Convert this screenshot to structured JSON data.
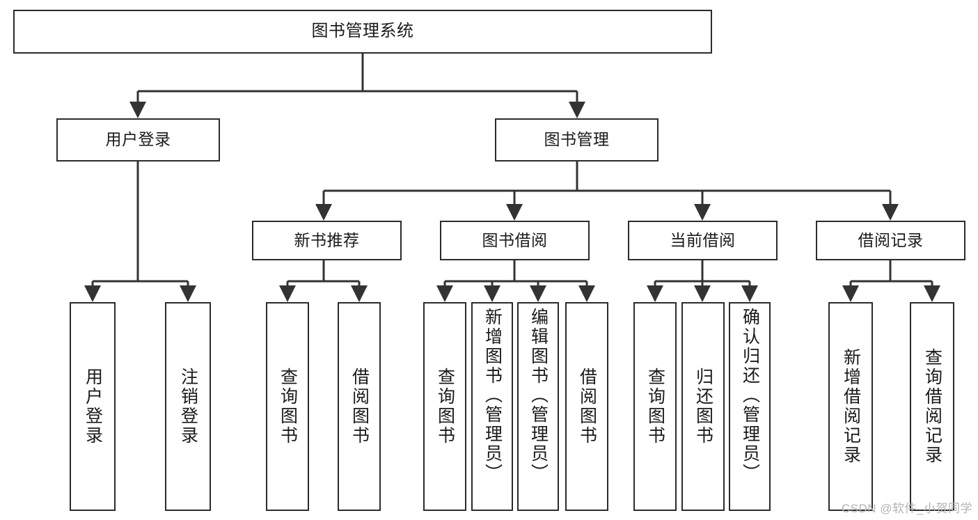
{
  "diagram": {
    "title": "图书管理系统",
    "type": "hierarchy-tree",
    "orientation": "top-down",
    "theme": {
      "background": "#ffffff",
      "box_border": "#2b2b2b",
      "box_fill": "#ffffff",
      "text": "#1a1a1a",
      "connector": "#333333",
      "watermark": "#b3b3b3"
    },
    "watermark": "CSDN @软件_小贺同学",
    "levels": [
      {
        "level": 1,
        "nodes": [
          {
            "id": "root",
            "label": "图书管理系统",
            "text_direction": "horizontal"
          }
        ]
      },
      {
        "level": 2,
        "nodes": [
          {
            "id": "user-login",
            "label": "用户登录",
            "text_direction": "horizontal",
            "parent": "root"
          },
          {
            "id": "book-manage",
            "label": "图书管理",
            "text_direction": "horizontal",
            "parent": "root"
          }
        ]
      },
      {
        "level": 3,
        "nodes": [
          {
            "id": "new-book-rec",
            "label": "新书推荐",
            "text_direction": "horizontal",
            "parent": "book-manage"
          },
          {
            "id": "book-borrow",
            "label": "图书借阅",
            "text_direction": "horizontal",
            "parent": "book-manage"
          },
          {
            "id": "current-borrow",
            "label": "当前借阅",
            "text_direction": "horizontal",
            "parent": "book-manage"
          },
          {
            "id": "borrow-record",
            "label": "借阅记录",
            "text_direction": "horizontal",
            "parent": "book-manage"
          }
        ]
      },
      {
        "level": 4,
        "nodes": [
          {
            "id": "leaf-user-login",
            "label": "用户登录",
            "text_direction": "vertical",
            "parent": "user-login"
          },
          {
            "id": "leaf-user-logout",
            "label": "注销登录",
            "text_direction": "vertical",
            "parent": "user-login"
          },
          {
            "id": "leaf-rec-query",
            "label": "查询图书",
            "text_direction": "vertical",
            "parent": "new-book-rec"
          },
          {
            "id": "leaf-rec-borrow",
            "label": "借阅图书",
            "text_direction": "vertical",
            "parent": "new-book-rec"
          },
          {
            "id": "leaf-bb-query",
            "label": "查询图书",
            "text_direction": "vertical",
            "parent": "book-borrow"
          },
          {
            "id": "leaf-bb-add",
            "label": "新增图书（管理员）",
            "text_direction": "vertical",
            "parent": "book-borrow"
          },
          {
            "id": "leaf-bb-edit",
            "label": "编辑图书（管理员）",
            "text_direction": "vertical",
            "parent": "book-borrow"
          },
          {
            "id": "leaf-bb-borrow",
            "label": "借阅图书",
            "text_direction": "vertical",
            "parent": "book-borrow"
          },
          {
            "id": "leaf-cb-query",
            "label": "查询图书",
            "text_direction": "vertical",
            "parent": "current-borrow"
          },
          {
            "id": "leaf-cb-return",
            "label": "归还图书",
            "text_direction": "vertical",
            "parent": "current-borrow"
          },
          {
            "id": "leaf-cb-confirm",
            "label": "确认归还（管理员）",
            "text_direction": "vertical",
            "parent": "current-borrow"
          },
          {
            "id": "leaf-br-add",
            "label": "新增借阅记录",
            "text_direction": "vertical",
            "parent": "borrow-record"
          },
          {
            "id": "leaf-br-query",
            "label": "查询借阅记录",
            "text_direction": "vertical",
            "parent": "borrow-record"
          }
        ]
      }
    ]
  }
}
